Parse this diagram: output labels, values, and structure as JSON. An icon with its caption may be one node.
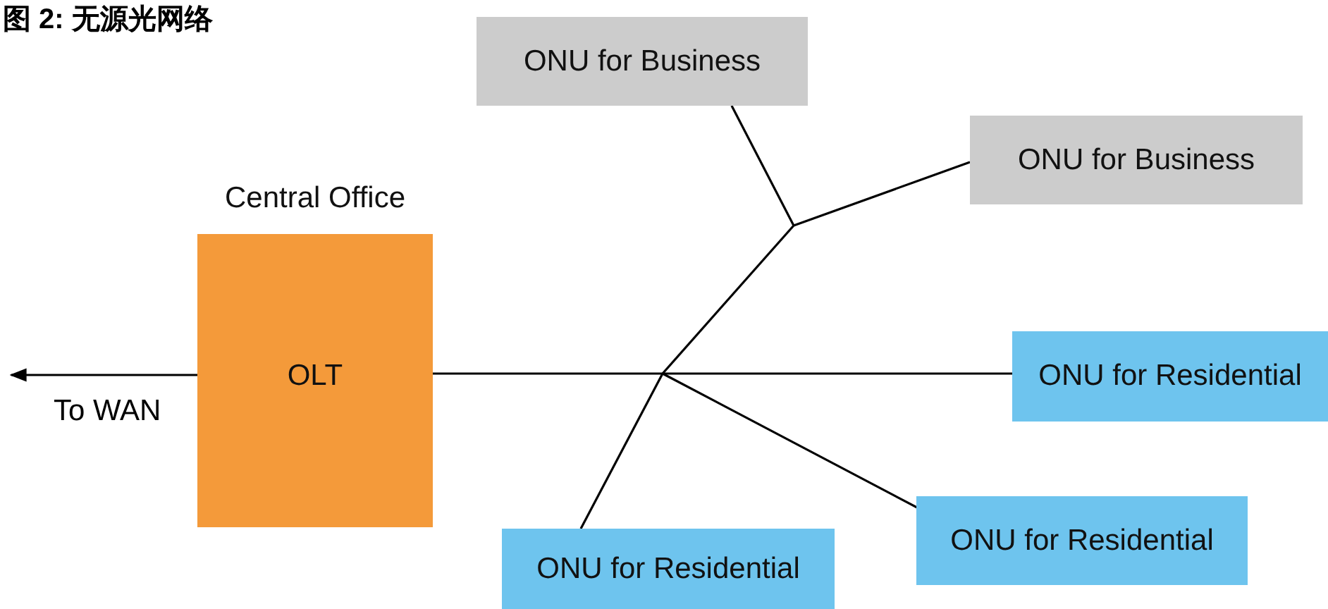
{
  "diagram": {
    "title": "图 2: 无源光网络",
    "nodes": [
      {
        "text": [
          "Central Office",
          "OLT"
        ]
      },
      {
        "text": [
          "ONU for Business"
        ]
      },
      {
        "text": [
          "ONU for Business"
        ]
      },
      {
        "text": [
          "ONU for Residential"
        ]
      },
      {
        "text": [
          "ONU for Residential"
        ]
      },
      {
        "text": [
          "ONU for Residential"
        ]
      }
    ],
    "edges": [
      {
        "from": 0,
        "to": 1,
        "arrow": "none"
      },
      {
        "from": 0,
        "to": 2,
        "arrow": "none"
      },
      {
        "from": 0,
        "to": 3,
        "arrow": "none"
      },
      {
        "from": 0,
        "to": 4,
        "arrow": "none"
      },
      {
        "from": 0,
        "to": 5,
        "arrow": "none"
      },
      {
        "from": 0,
        "to": null,
        "arrow": "to",
        "label": "To WAN"
      }
    ]
  }
}
